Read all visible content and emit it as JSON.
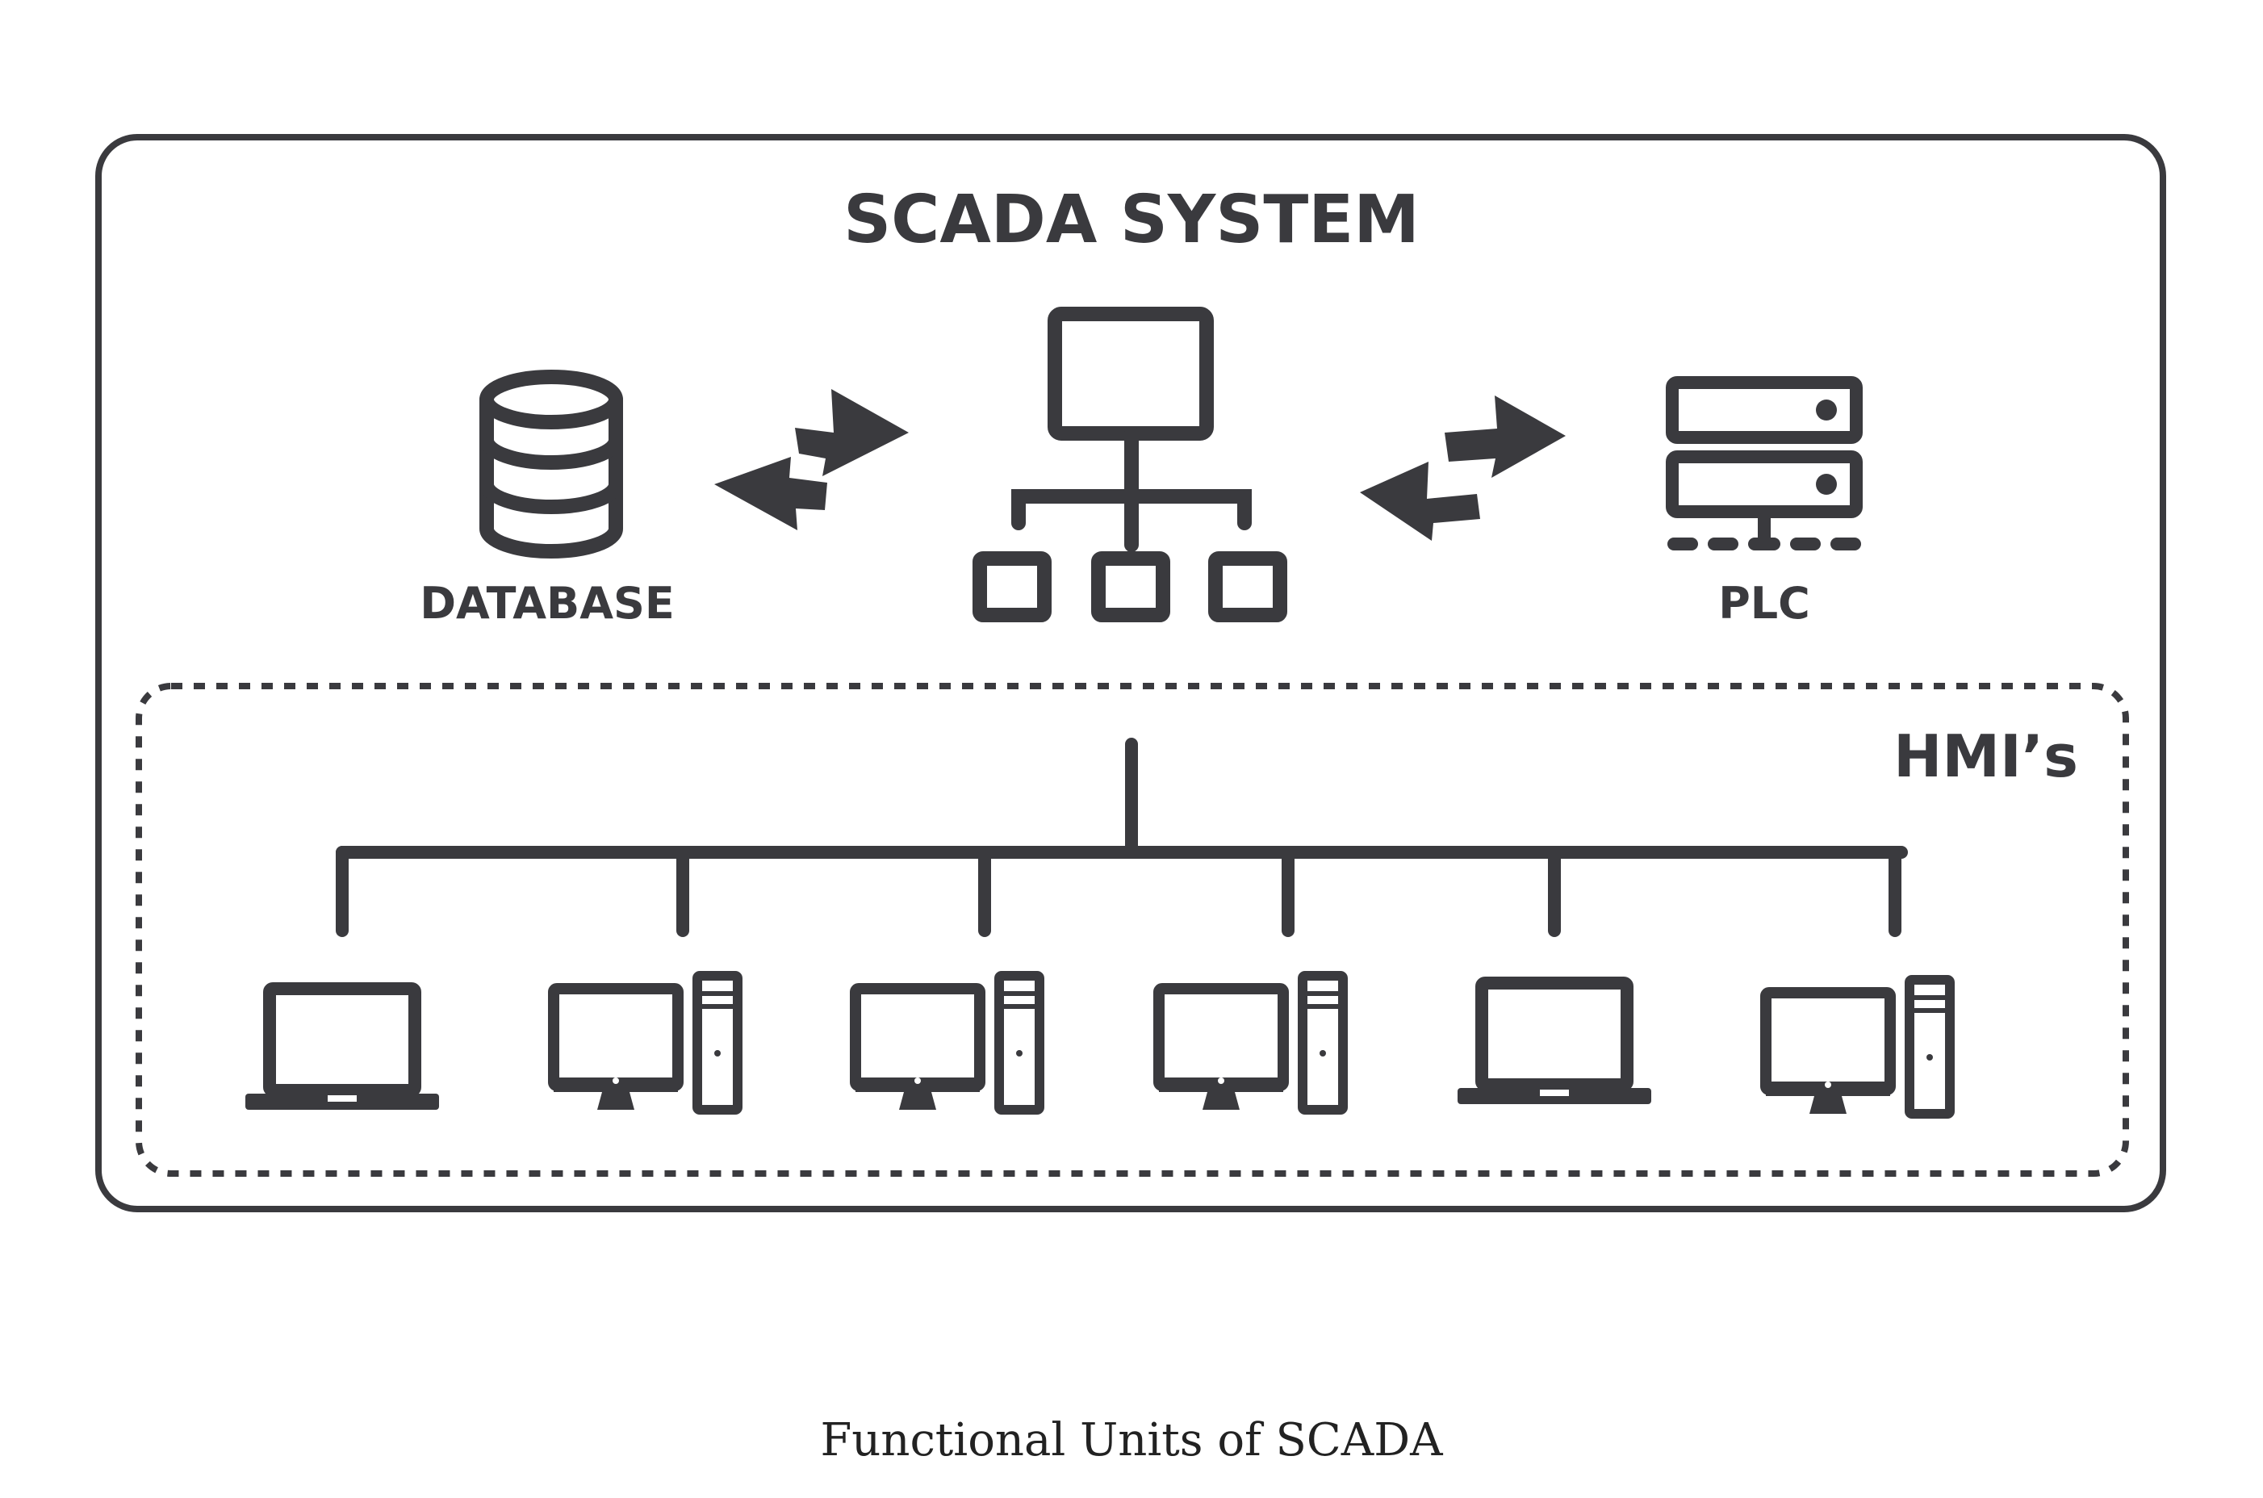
{
  "colors": {
    "ink": "#3a3a3e",
    "background": "#ffffff"
  },
  "title": "SCADA SYSTEM",
  "nodes": {
    "database": {
      "label": "DATABASE",
      "icon": "database-icon"
    },
    "server": {
      "label": "",
      "icon": "network-hierarchy-icon"
    },
    "plc": {
      "label": "PLC",
      "icon": "server-rack-icon"
    }
  },
  "links": [
    {
      "from": "database",
      "to": "server",
      "type": "bidirectional-arrow"
    },
    {
      "from": "server",
      "to": "plc",
      "type": "bidirectional-arrow"
    }
  ],
  "hmi_group": {
    "label": "HMI’s",
    "devices": [
      {
        "icon": "laptop-icon"
      },
      {
        "icon": "desktop-computer-icon"
      },
      {
        "icon": "desktop-computer-icon"
      },
      {
        "icon": "desktop-computer-icon"
      },
      {
        "icon": "laptop-icon"
      },
      {
        "icon": "desktop-computer-icon"
      }
    ]
  },
  "caption": "Functional Units of SCADA"
}
